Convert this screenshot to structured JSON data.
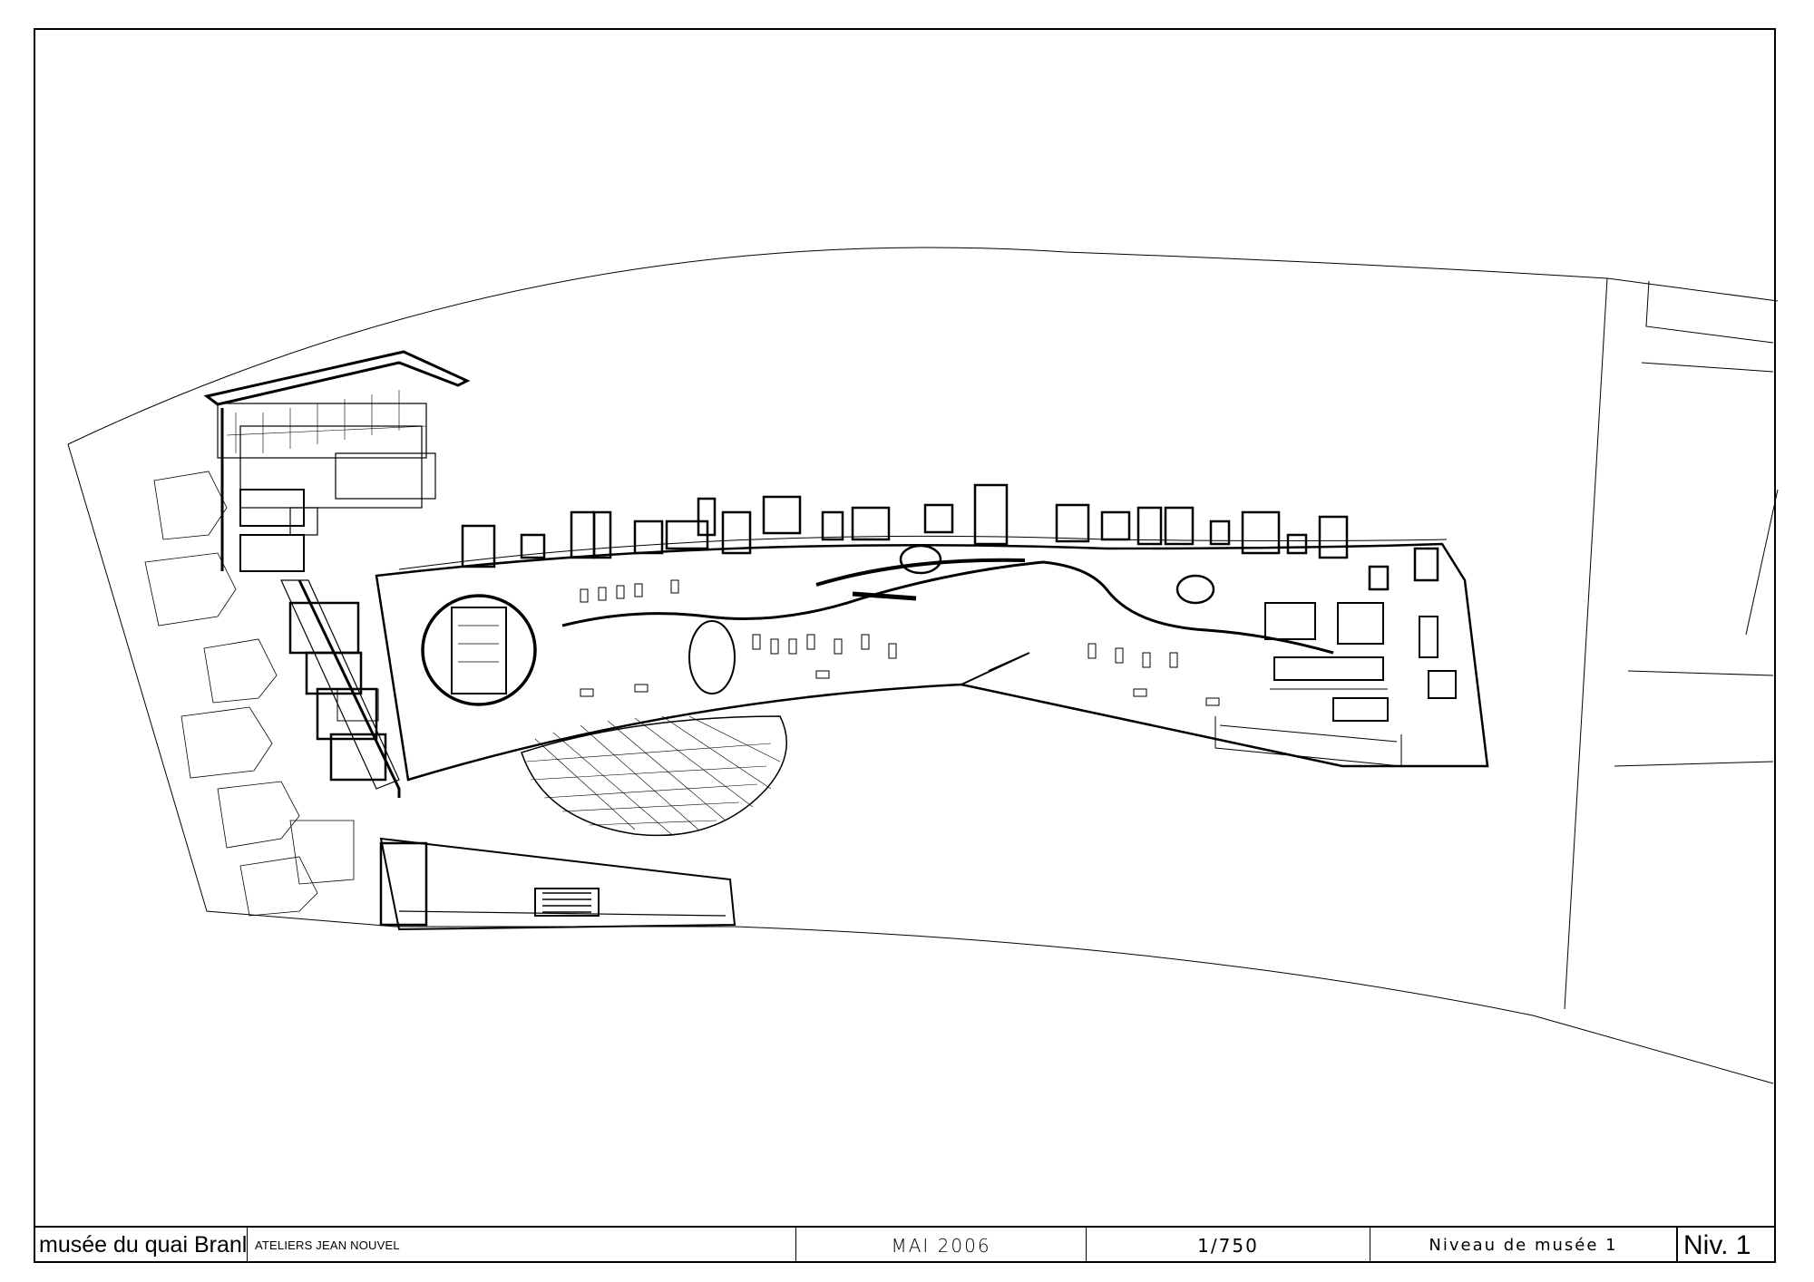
{
  "title_block": {
    "museum": "musée du quai Branly",
    "architect": "ATELIERS JEAN NOUVEL",
    "date": "MAI 2006",
    "scale": "1/750",
    "level_name": "Niveau de musée 1",
    "level_code": "Niv. 1"
  },
  "colors": {
    "ink": "#000000",
    "paper": "#ffffff"
  }
}
